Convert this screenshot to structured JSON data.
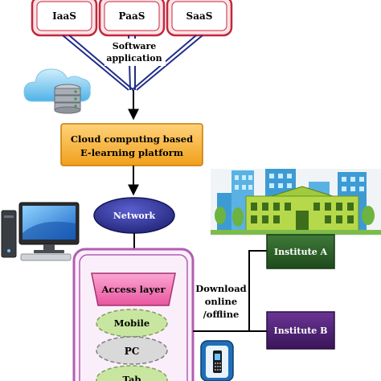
{
  "services": {
    "iaas": "IaaS",
    "paas": "PaaS",
    "saas": "SaaS"
  },
  "software_application": [
    "Software",
    "application"
  ],
  "platform": [
    "Cloud computing based",
    "E-learning platform"
  ],
  "network": "Network",
  "access_layer": "Access layer",
  "devices": {
    "mobile": "Mobile",
    "pc": "PC",
    "tab": "Tab"
  },
  "download": [
    "Download",
    "online",
    "/offline"
  ],
  "institutes": {
    "a": "Institute A",
    "b": "Institute B"
  },
  "colors": {
    "service_box_fill": "#fde3e6",
    "service_box_border": "#c2283b",
    "link_blue": "#1f2d8a",
    "platform_fill": "#f5a51d",
    "platform_border": "#c97c00",
    "network_fill": "#2b2f8f",
    "container_border": "#b05fb0",
    "container_fill": "#fbeefb",
    "access_fill": "#f47fbd",
    "device_green": "#c8e6a0",
    "device_gray": "#d9d9d9",
    "institute_a_fill": "#2e5e2a",
    "institute_b_fill": "#4a1f6e"
  }
}
